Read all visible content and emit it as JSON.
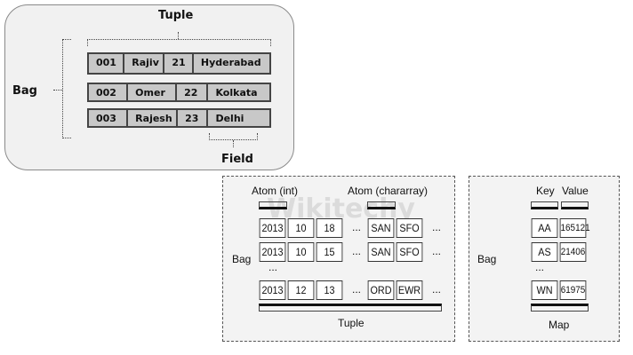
{
  "top": {
    "tuple_label": "Tuple",
    "bag_label": "Bag",
    "field_label": "Field",
    "rows": [
      [
        "001",
        "Rajiv",
        "21",
        "Hyderabad"
      ],
      [
        "002",
        "Omer",
        "22",
        "Kolkata"
      ],
      [
        "003",
        "Rajesh",
        "23",
        "Delhi"
      ]
    ]
  },
  "left": {
    "bag_label": "Bag",
    "atom_int_label": "Atom (int)",
    "atom_chararray_label": "Atom (chararray)",
    "tuple_label": "Tuple",
    "ellipsis": "...",
    "rows": [
      [
        "2013",
        "10",
        "18",
        "SAN",
        "SFO"
      ],
      [
        "2013",
        "10",
        "15",
        "SAN",
        "SFO"
      ],
      [
        "2013",
        "12",
        "13",
        "ORD",
        "EWR"
      ]
    ]
  },
  "right": {
    "bag_label": "Bag",
    "key_label": "Key",
    "value_label": "Value",
    "map_label": "Map",
    "ellipsis": "...",
    "rows": [
      [
        "AA",
        "165121"
      ],
      [
        "AS",
        "21406"
      ],
      [
        "WN",
        "61975"
      ]
    ]
  },
  "watermark": "Wikitechy"
}
